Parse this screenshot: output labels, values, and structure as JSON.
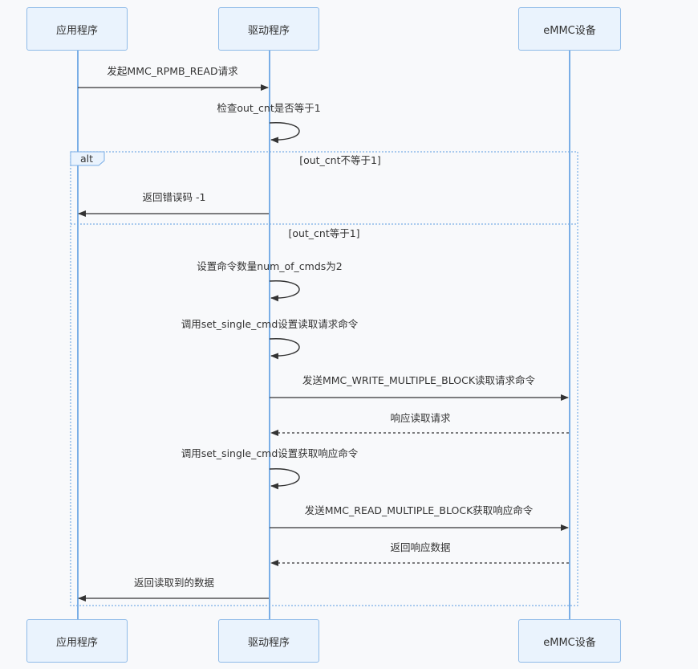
{
  "actors": {
    "app": "应用程序",
    "driver": "驱动程序",
    "emmc": "eMMC设备"
  },
  "alt": {
    "keyword": "alt",
    "cond1": "[out_cnt不等于1]",
    "cond2": "[out_cnt等于1]"
  },
  "messages": {
    "m1": "发起MMC_RPMB_READ请求",
    "m2": "检查out_cnt是否等于1",
    "m3": "返回错误码 -1",
    "m4": "设置命令数量num_of_cmds为2",
    "m5": "调用set_single_cmd设置读取请求命令",
    "m6": "发送MMC_WRITE_MULTIPLE_BLOCK读取请求命令",
    "m7": "响应读取请求",
    "m8": "调用set_single_cmd设置获取响应命令",
    "m9": "发送MMC_READ_MULTIPLE_BLOCK获取响应命令",
    "m10": "返回响应数据",
    "m11": "返回读取到的数据"
  }
}
